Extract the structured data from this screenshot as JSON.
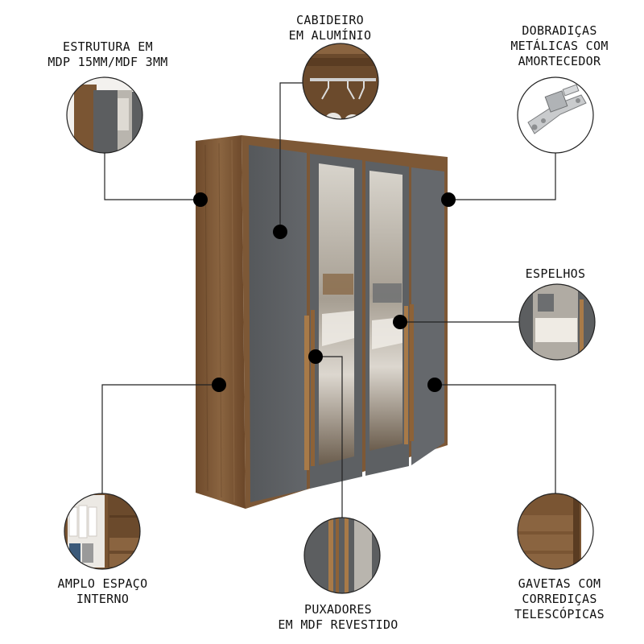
{
  "features": {
    "estrutura": {
      "lines": [
        "ESTRUTURA EM",
        "MDP 15MM/MDF 3MM"
      ]
    },
    "cabideiro": {
      "lines": [
        "CABIDEIRO",
        "EM ALUMÍNIO"
      ]
    },
    "dobradicas": {
      "lines": [
        "DOBRADIÇAS",
        "METÁLICAS COM",
        "AMORTECEDOR"
      ]
    },
    "espelhos": {
      "lines": [
        "ESPELHOS"
      ]
    },
    "amplo": {
      "lines": [
        "AMPLO ESPAÇO",
        "INTERNO"
      ]
    },
    "puxadores": {
      "lines": [
        "PUXADORES",
        "EM MDF REVESTIDO"
      ]
    },
    "gavetas": {
      "lines": [
        "GAVETAS COM",
        "CORREDIÇAS",
        "TELESCÓPICAS"
      ]
    }
  },
  "colors": {
    "wood": "#7a5533",
    "wood_dark": "#5a3c22",
    "graphite": "#5c5e60",
    "mirror": "#b9b5ae",
    "handle": "#a87a48",
    "dot": "#000000",
    "line": "#222222"
  }
}
